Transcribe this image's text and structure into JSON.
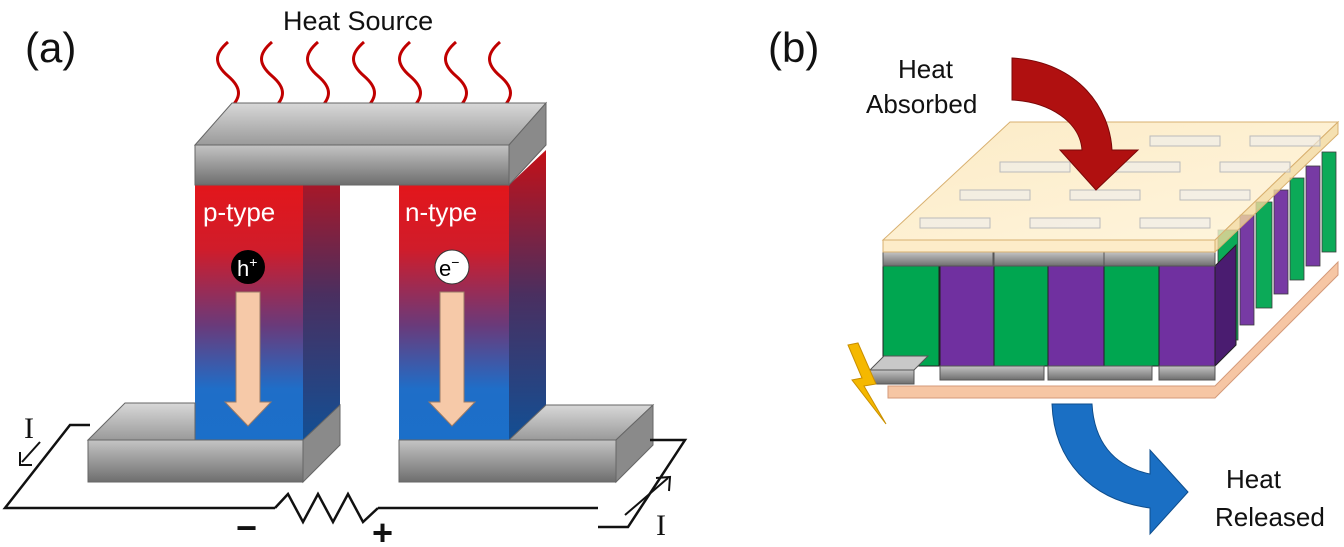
{
  "panel_a": {
    "label": "(a)",
    "heat_source_label": "Heat Source",
    "p_leg_label": "p-type",
    "n_leg_label": "n-type",
    "hole_symbol": "h",
    "hole_charge": "+",
    "electron_symbol": "e",
    "electron_charge": "−",
    "current_left_label": "I",
    "current_right_label": "I",
    "minus_terminal": "−",
    "plus_terminal": "+"
  },
  "panel_b": {
    "label": "(b)",
    "absorbed_line1": "Heat",
    "absorbed_line2": "Absorbed",
    "released_line1": "Heat",
    "released_line2": "Released"
  },
  "colors": {
    "hot_red": "#e3161b",
    "cold_blue": "#1b6fc9",
    "p_type_green": "#00a650",
    "n_type_purple": "#7030a0",
    "arrow_red": "#b01010",
    "arrow_blue": "#1a6fc4",
    "heat_wave": "#c00000",
    "lightning": "#f5b800",
    "carrier_arrow": "#f6c9a8"
  }
}
